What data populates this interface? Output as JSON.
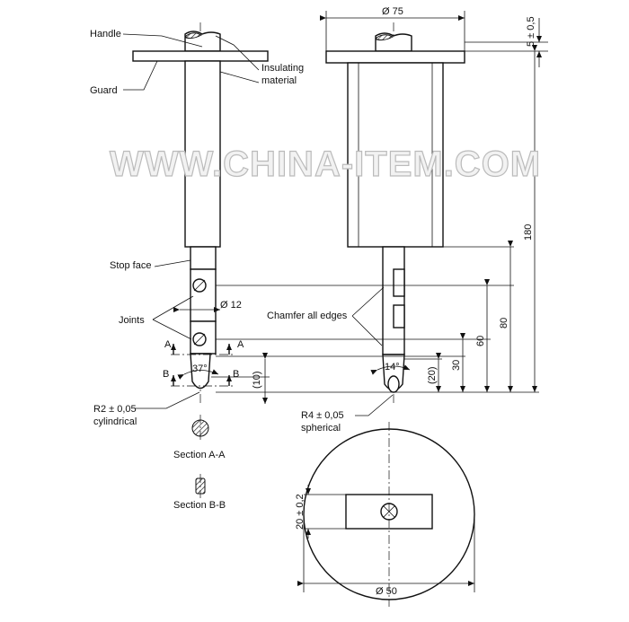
{
  "labels": {
    "handle": "Handle",
    "guard": "Guard",
    "insulating_1": "Insulating",
    "insulating_2": "material",
    "stop_face": "Stop face",
    "joints": "Joints",
    "dia12": "Ø 12",
    "chamfer": "Chamfer all edges",
    "a_left": "A",
    "a_right": "A",
    "b_left": "B",
    "b_right": "B",
    "angle37": "37°",
    "angle14": "14°",
    "dim10": "(10)",
    "r2": "R2 ± 0,05",
    "cylindrical": "cylindrical",
    "r4": "R4 ± 0,05",
    "spherical": "spherical",
    "section_aa": "Section A-A",
    "section_bb": "Section B-B",
    "dia75": "Ø 75",
    "dim5": "5 ± 0,5",
    "dim180": "180",
    "dim80": "80",
    "dim60": "60",
    "dim30": "30",
    "dim20": "(20)",
    "dim20tol": "20 ± 0,2",
    "dia50": "Ø 50"
  },
  "watermark": "WWW.CHINA-ITEM.COM"
}
